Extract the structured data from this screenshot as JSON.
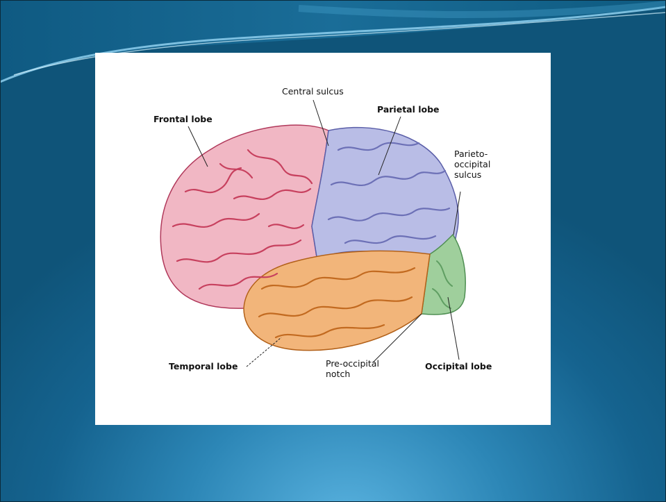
{
  "diagram": {
    "labels": {
      "central_sulcus": "Central sulcus",
      "frontal_lobe": "Frontal lobe",
      "parietal_lobe": "Parietal lobe",
      "parieto_occipital_sulcus": "Parieto-\noccipital\nsulcus",
      "temporal_lobe": "Temporal lobe",
      "pre_occipital_notch": "Pre-occipital\nnotch",
      "occipital_lobe": "Occipital lobe"
    },
    "lobe_colors": {
      "frontal": "#f1b7c4",
      "parietal": "#b9bde6",
      "temporal": "#f2b57a",
      "occipital": "#9fcf9c"
    },
    "gyri_colors": {
      "frontal": "#c7405e",
      "parietal": "#6c70b6",
      "temporal": "#c26a20",
      "occipital": "#5f9e62"
    }
  }
}
